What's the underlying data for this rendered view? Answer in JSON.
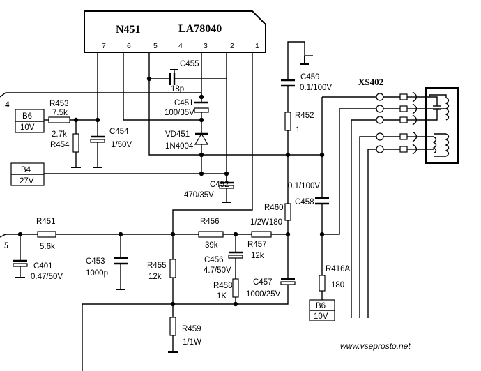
{
  "ic": {
    "name": "N451",
    "part": "LA78040",
    "pins": [
      "7",
      "6",
      "5",
      "4",
      "3",
      "2",
      "1"
    ]
  },
  "connector": "XS402",
  "lines": {
    "line4": "4",
    "line5": "5"
  },
  "boxes": {
    "b6_top": "B6",
    "v10_top": "10V",
    "b4": "B4",
    "v27": "27V",
    "b6_bottom": "B6",
    "v10_bottom": "10V"
  },
  "components": {
    "c455": "C455",
    "c455_val": "18p",
    "c451": "C451",
    "c451_val": "100/35V",
    "vd451": "VD451",
    "vd451_val": "1N4004",
    "c452": "C452",
    "c452_val": "470/35V",
    "r453": "R453",
    "r453_val": "7.5k",
    "r454": "R454",
    "r454_val": "2.7k",
    "c454": "C454",
    "c454_val": "1/50V",
    "c459": "C459",
    "c459_val": "0.1/100V",
    "r452": "R452",
    "r452_val": "1",
    "c458": "C458",
    "c458_val": "0.1/100V",
    "r460": "R460",
    "r460_val": "1/2W180",
    "r451": "R451",
    "r451_val": "5.6k",
    "c401": "C401",
    "c401_val": "0.47/50V",
    "c453": "C453",
    "c453_val": "1000p",
    "r455": "R455",
    "r455_val": "12k",
    "r456": "R456",
    "r456_val": "39k",
    "c456": "C456",
    "c456_val": "4.7/50V",
    "r457": "R457",
    "r457_val": "12k",
    "r458": "R458",
    "r458_val": "1K",
    "c457": "C457",
    "c457_val": "1000/25V",
    "r416a": "R416A",
    "r416a_val": "180",
    "r459": "R459",
    "r459_val": "1/1W"
  },
  "watermark": "www.vseprosto.net"
}
